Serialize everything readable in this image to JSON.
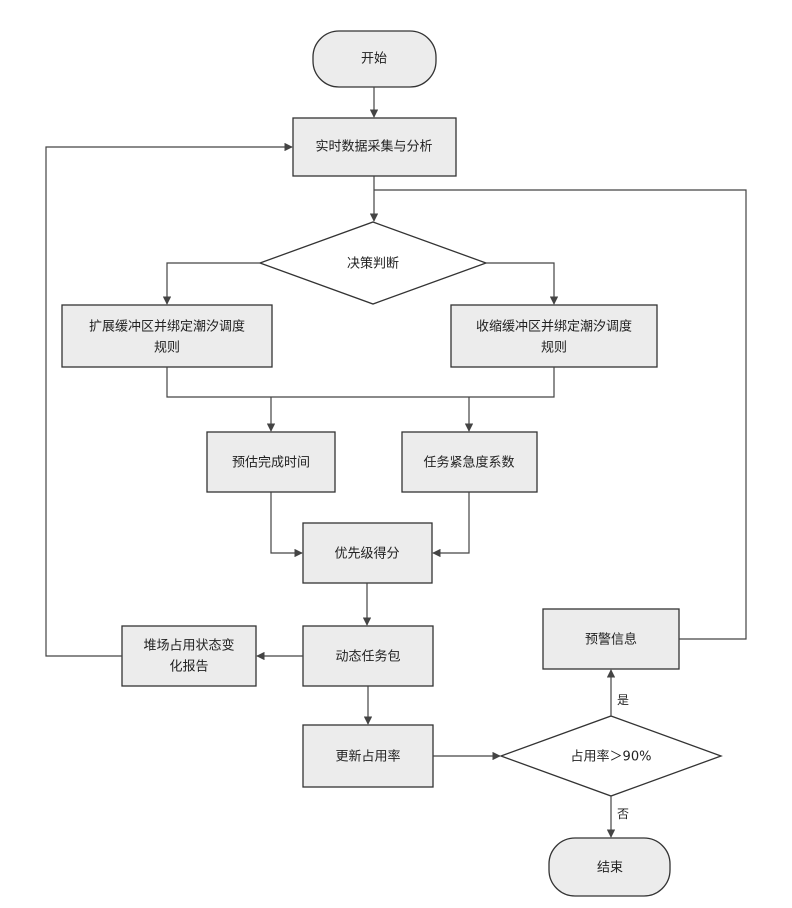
{
  "nodes": {
    "start": "开始",
    "collect": "实时数据采集与分析",
    "decision": "决策判断",
    "expand": [
      "扩展缓冲区并绑定潮汐调度",
      "规则"
    ],
    "shrink": [
      "收缩缓冲区并绑定潮汐调度",
      "规则"
    ],
    "estimate": "预估完成时间",
    "urgency": "任务紧急度系数",
    "priority": "优先级得分",
    "report": [
      "堆场占用状态变",
      "化报告"
    ],
    "package": "动态任务包",
    "warning": "预警信息",
    "update": "更新占用率",
    "check": "占用率＞90%",
    "end": "结束"
  },
  "edges": {
    "yes": "是",
    "no": "否"
  },
  "colors": {
    "box_fill": "#ececec",
    "line": "#333333"
  }
}
